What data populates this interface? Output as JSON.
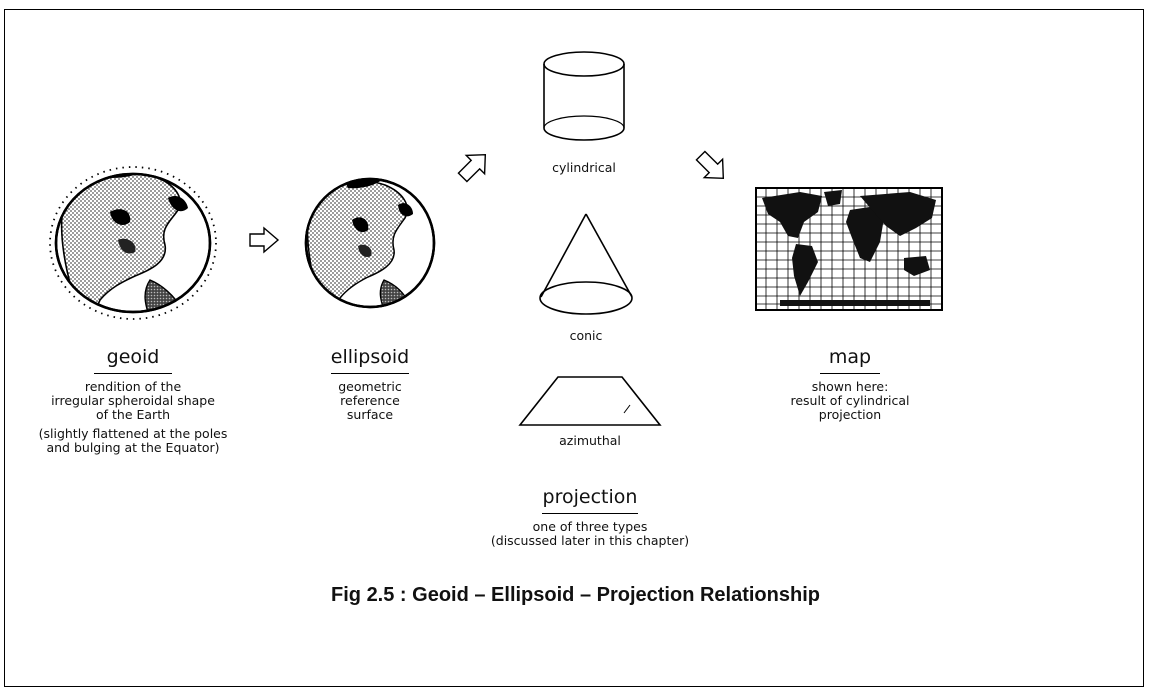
{
  "geoid": {
    "title": "geoid",
    "lines": [
      "rendition of the",
      "irregular spheroidal shape",
      "of the Earth",
      "(slightly flattened at the poles",
      "and bulging at the Equator)"
    ]
  },
  "ellipsoid": {
    "title": "ellipsoid",
    "lines": [
      "geometric",
      "reference",
      "surface"
    ]
  },
  "projection": {
    "title": "projection",
    "lines": [
      "one of three types",
      "(discussed later in this chapter)"
    ],
    "types": {
      "cylindrical": "cylindrical",
      "conic": "conic",
      "azimuthal": "azimuthal"
    }
  },
  "map": {
    "title": "map",
    "lines": [
      "shown here:",
      "result of cylindrical projection"
    ]
  },
  "caption": "Fig 2.5 : Geoid – Ellipsoid – Projection Relationship"
}
